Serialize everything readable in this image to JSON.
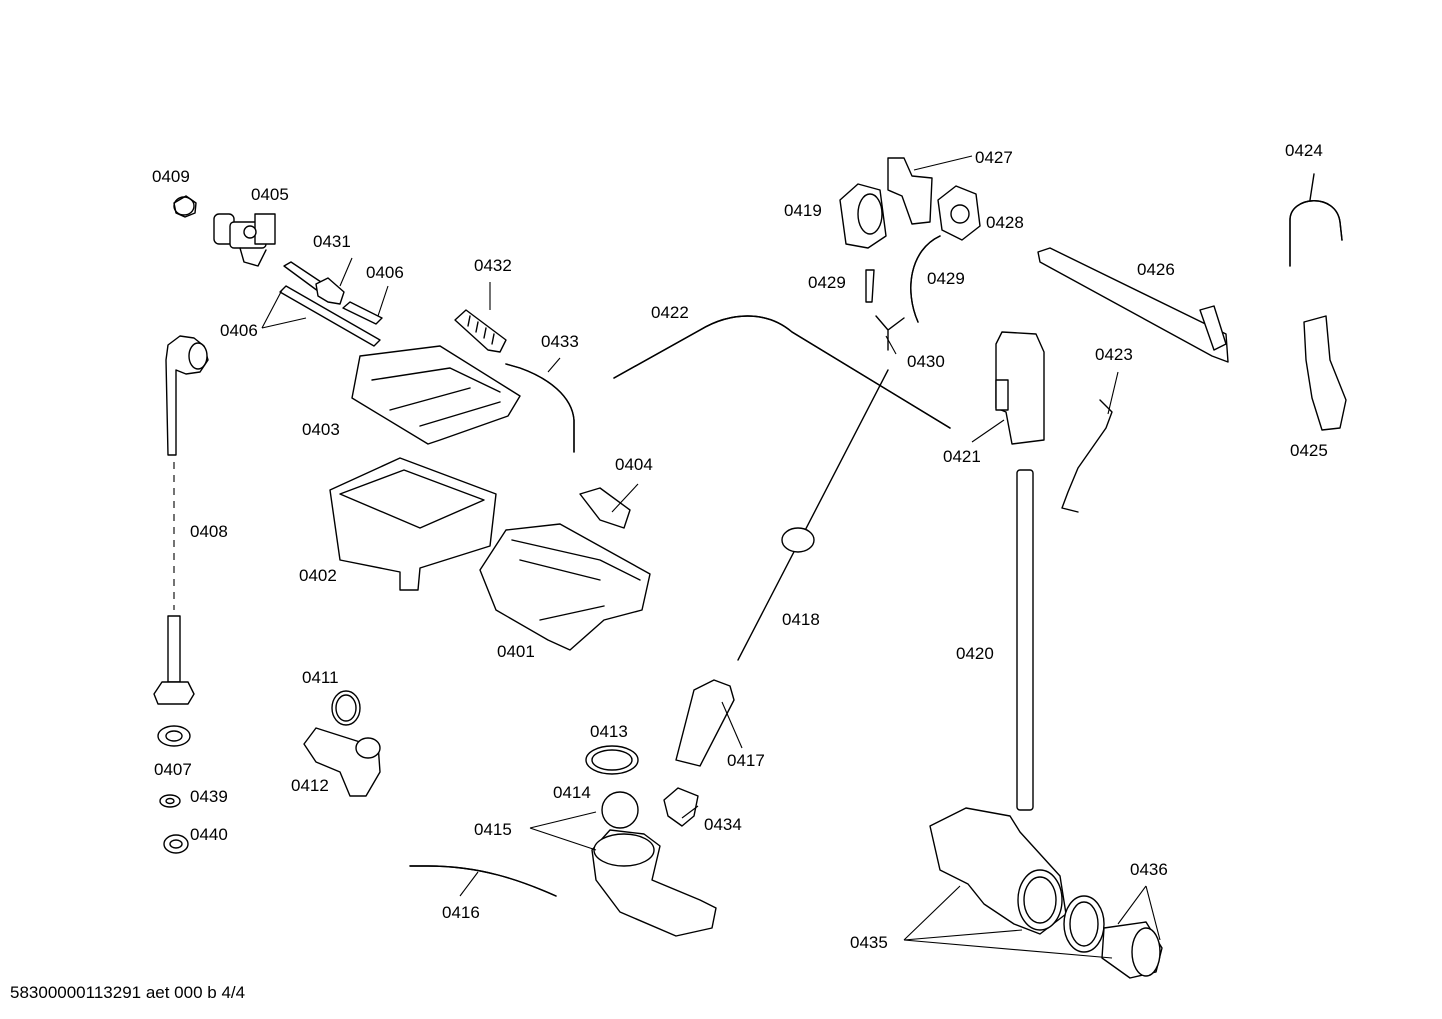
{
  "parts": [
    {
      "id": "p0401",
      "label": "0401"
    },
    {
      "id": "p0402",
      "label": "0402"
    },
    {
      "id": "p0403",
      "label": "0403"
    },
    {
      "id": "p0404",
      "label": "0404"
    },
    {
      "id": "p0405",
      "label": "0405"
    },
    {
      "id": "p0406a",
      "label": "0406"
    },
    {
      "id": "p0406b",
      "label": "0406"
    },
    {
      "id": "p0407",
      "label": "0407"
    },
    {
      "id": "p0408",
      "label": "0408"
    },
    {
      "id": "p0409",
      "label": "0409"
    },
    {
      "id": "p0411",
      "label": "0411"
    },
    {
      "id": "p0412",
      "label": "0412"
    },
    {
      "id": "p0413",
      "label": "0413"
    },
    {
      "id": "p0414",
      "label": "0414"
    },
    {
      "id": "p0415",
      "label": "0415"
    },
    {
      "id": "p0416",
      "label": "0416"
    },
    {
      "id": "p0417",
      "label": "0417"
    },
    {
      "id": "p0418",
      "label": "0418"
    },
    {
      "id": "p0419",
      "label": "0419"
    },
    {
      "id": "p0420",
      "label": "0420"
    },
    {
      "id": "p0421",
      "label": "0421"
    },
    {
      "id": "p0422",
      "label": "0422"
    },
    {
      "id": "p0423",
      "label": "0423"
    },
    {
      "id": "p0424",
      "label": "0424"
    },
    {
      "id": "p0425",
      "label": "0425"
    },
    {
      "id": "p0426",
      "label": "0426"
    },
    {
      "id": "p0427",
      "label": "0427"
    },
    {
      "id": "p0428",
      "label": "0428"
    },
    {
      "id": "p0429a",
      "label": "0429"
    },
    {
      "id": "p0429b",
      "label": "0429"
    },
    {
      "id": "p0430",
      "label": "0430"
    },
    {
      "id": "p0431",
      "label": "0431"
    },
    {
      "id": "p0432",
      "label": "0432"
    },
    {
      "id": "p0433",
      "label": "0433"
    },
    {
      "id": "p0434",
      "label": "0434"
    },
    {
      "id": "p0435",
      "label": "0435"
    },
    {
      "id": "p0436",
      "label": "0436"
    },
    {
      "id": "p0439",
      "label": "0439"
    },
    {
      "id": "p0440",
      "label": "0440"
    }
  ],
  "footer": {
    "code": "58300000113291 aet 000 b 4/4"
  }
}
